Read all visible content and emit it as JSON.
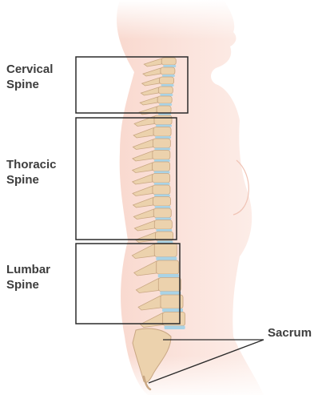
{
  "diagram": {
    "regions": [
      {
        "id": "cervical",
        "line1": "Cervical",
        "line2": "Spine"
      },
      {
        "id": "thoracic",
        "line1": "Thoracic",
        "line2": "Spine"
      },
      {
        "id": "lumbar",
        "line1": "Lumbar",
        "line2": "Spine"
      }
    ],
    "sacrum_label": "Sacrum"
  },
  "colors": {
    "skin": "#fbe3dc",
    "skin_edge": "#f6d2c7",
    "bone": "#ecd2ad",
    "bone_shadow": "#c9a783",
    "disc": "#a9d3e6",
    "bracket": "#2b2b2b",
    "text": "#3d3d3d"
  }
}
